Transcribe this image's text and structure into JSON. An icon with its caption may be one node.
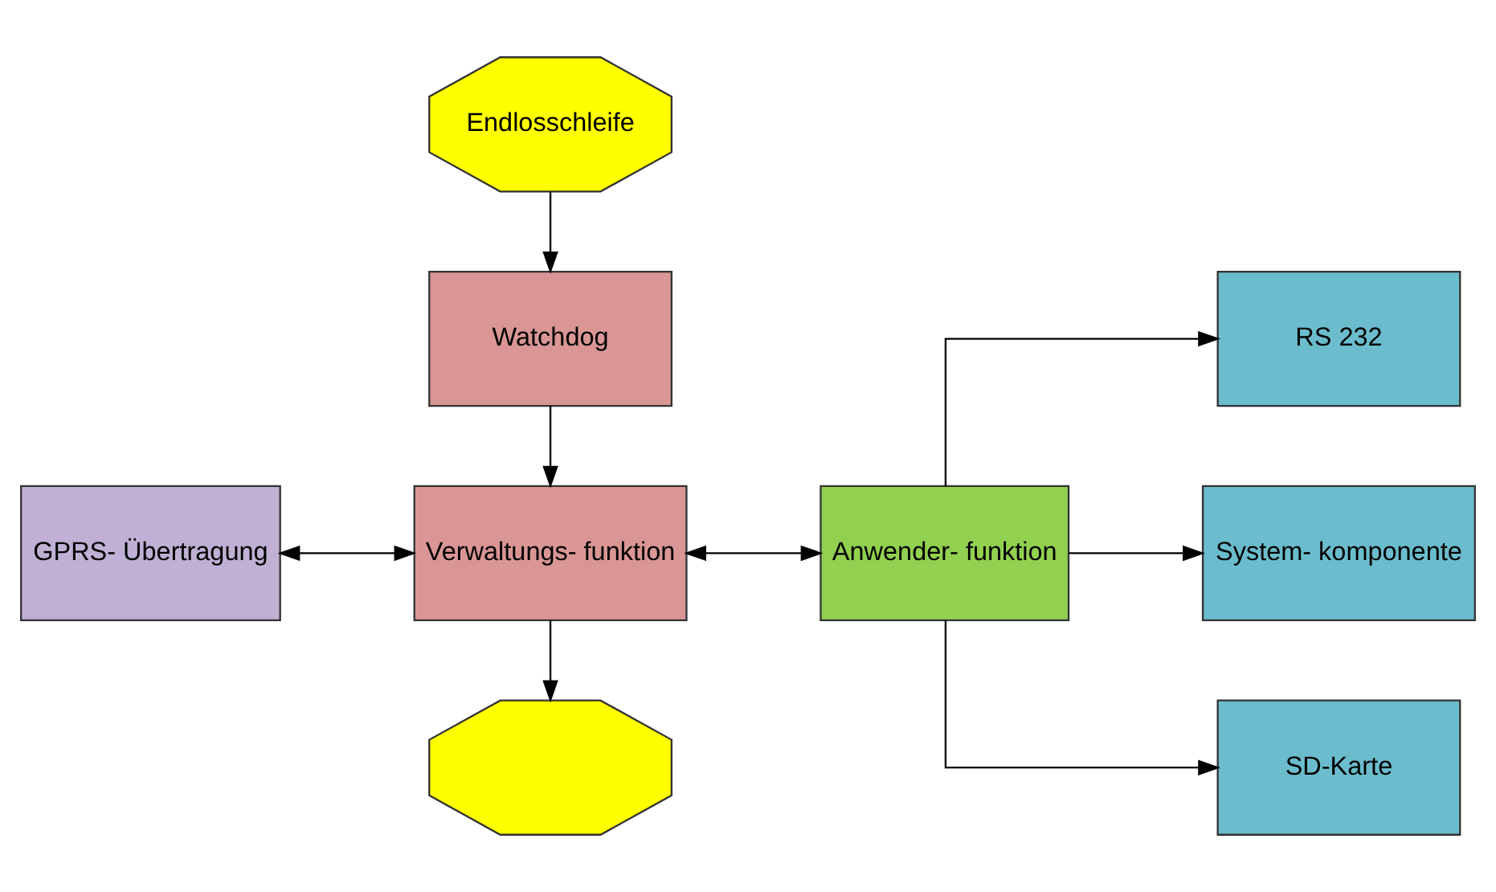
{
  "diagram": {
    "nodes": [
      {
        "text": [
          "Endlosschleife"
        ]
      },
      {
        "text": [
          "Watchdog"
        ]
      },
      {
        "text": [
          "GPRS- Übertragung"
        ]
      },
      {
        "text": [
          "Verwaltungs- funktion"
        ]
      },
      {
        "text": [
          "Anwender- funktion"
        ]
      },
      {
        "text": [
          "RS 232"
        ]
      },
      {
        "text": [
          "System- komponente"
        ]
      },
      {
        "text": [],
        "shape": "octagon"
      },
      {
        "text": [
          "SD-Karte"
        ]
      }
    ],
    "edges": [
      {
        "from": 0,
        "to": 1,
        "arrow": "to"
      },
      {
        "from": 1,
        "to": 3,
        "arrow": "to"
      },
      {
        "from": 2,
        "to": 3,
        "arrow": "both"
      },
      {
        "from": 3,
        "to": 4,
        "arrow": "both"
      },
      {
        "from": 3,
        "to": 7,
        "arrow": "to"
      },
      {
        "from": 4,
        "to": 5,
        "arrow": "to"
      },
      {
        "from": 4,
        "to": 6,
        "arrow": "to"
      },
      {
        "from": 4,
        "to": 8,
        "arrow": "to"
      }
    ]
  }
}
